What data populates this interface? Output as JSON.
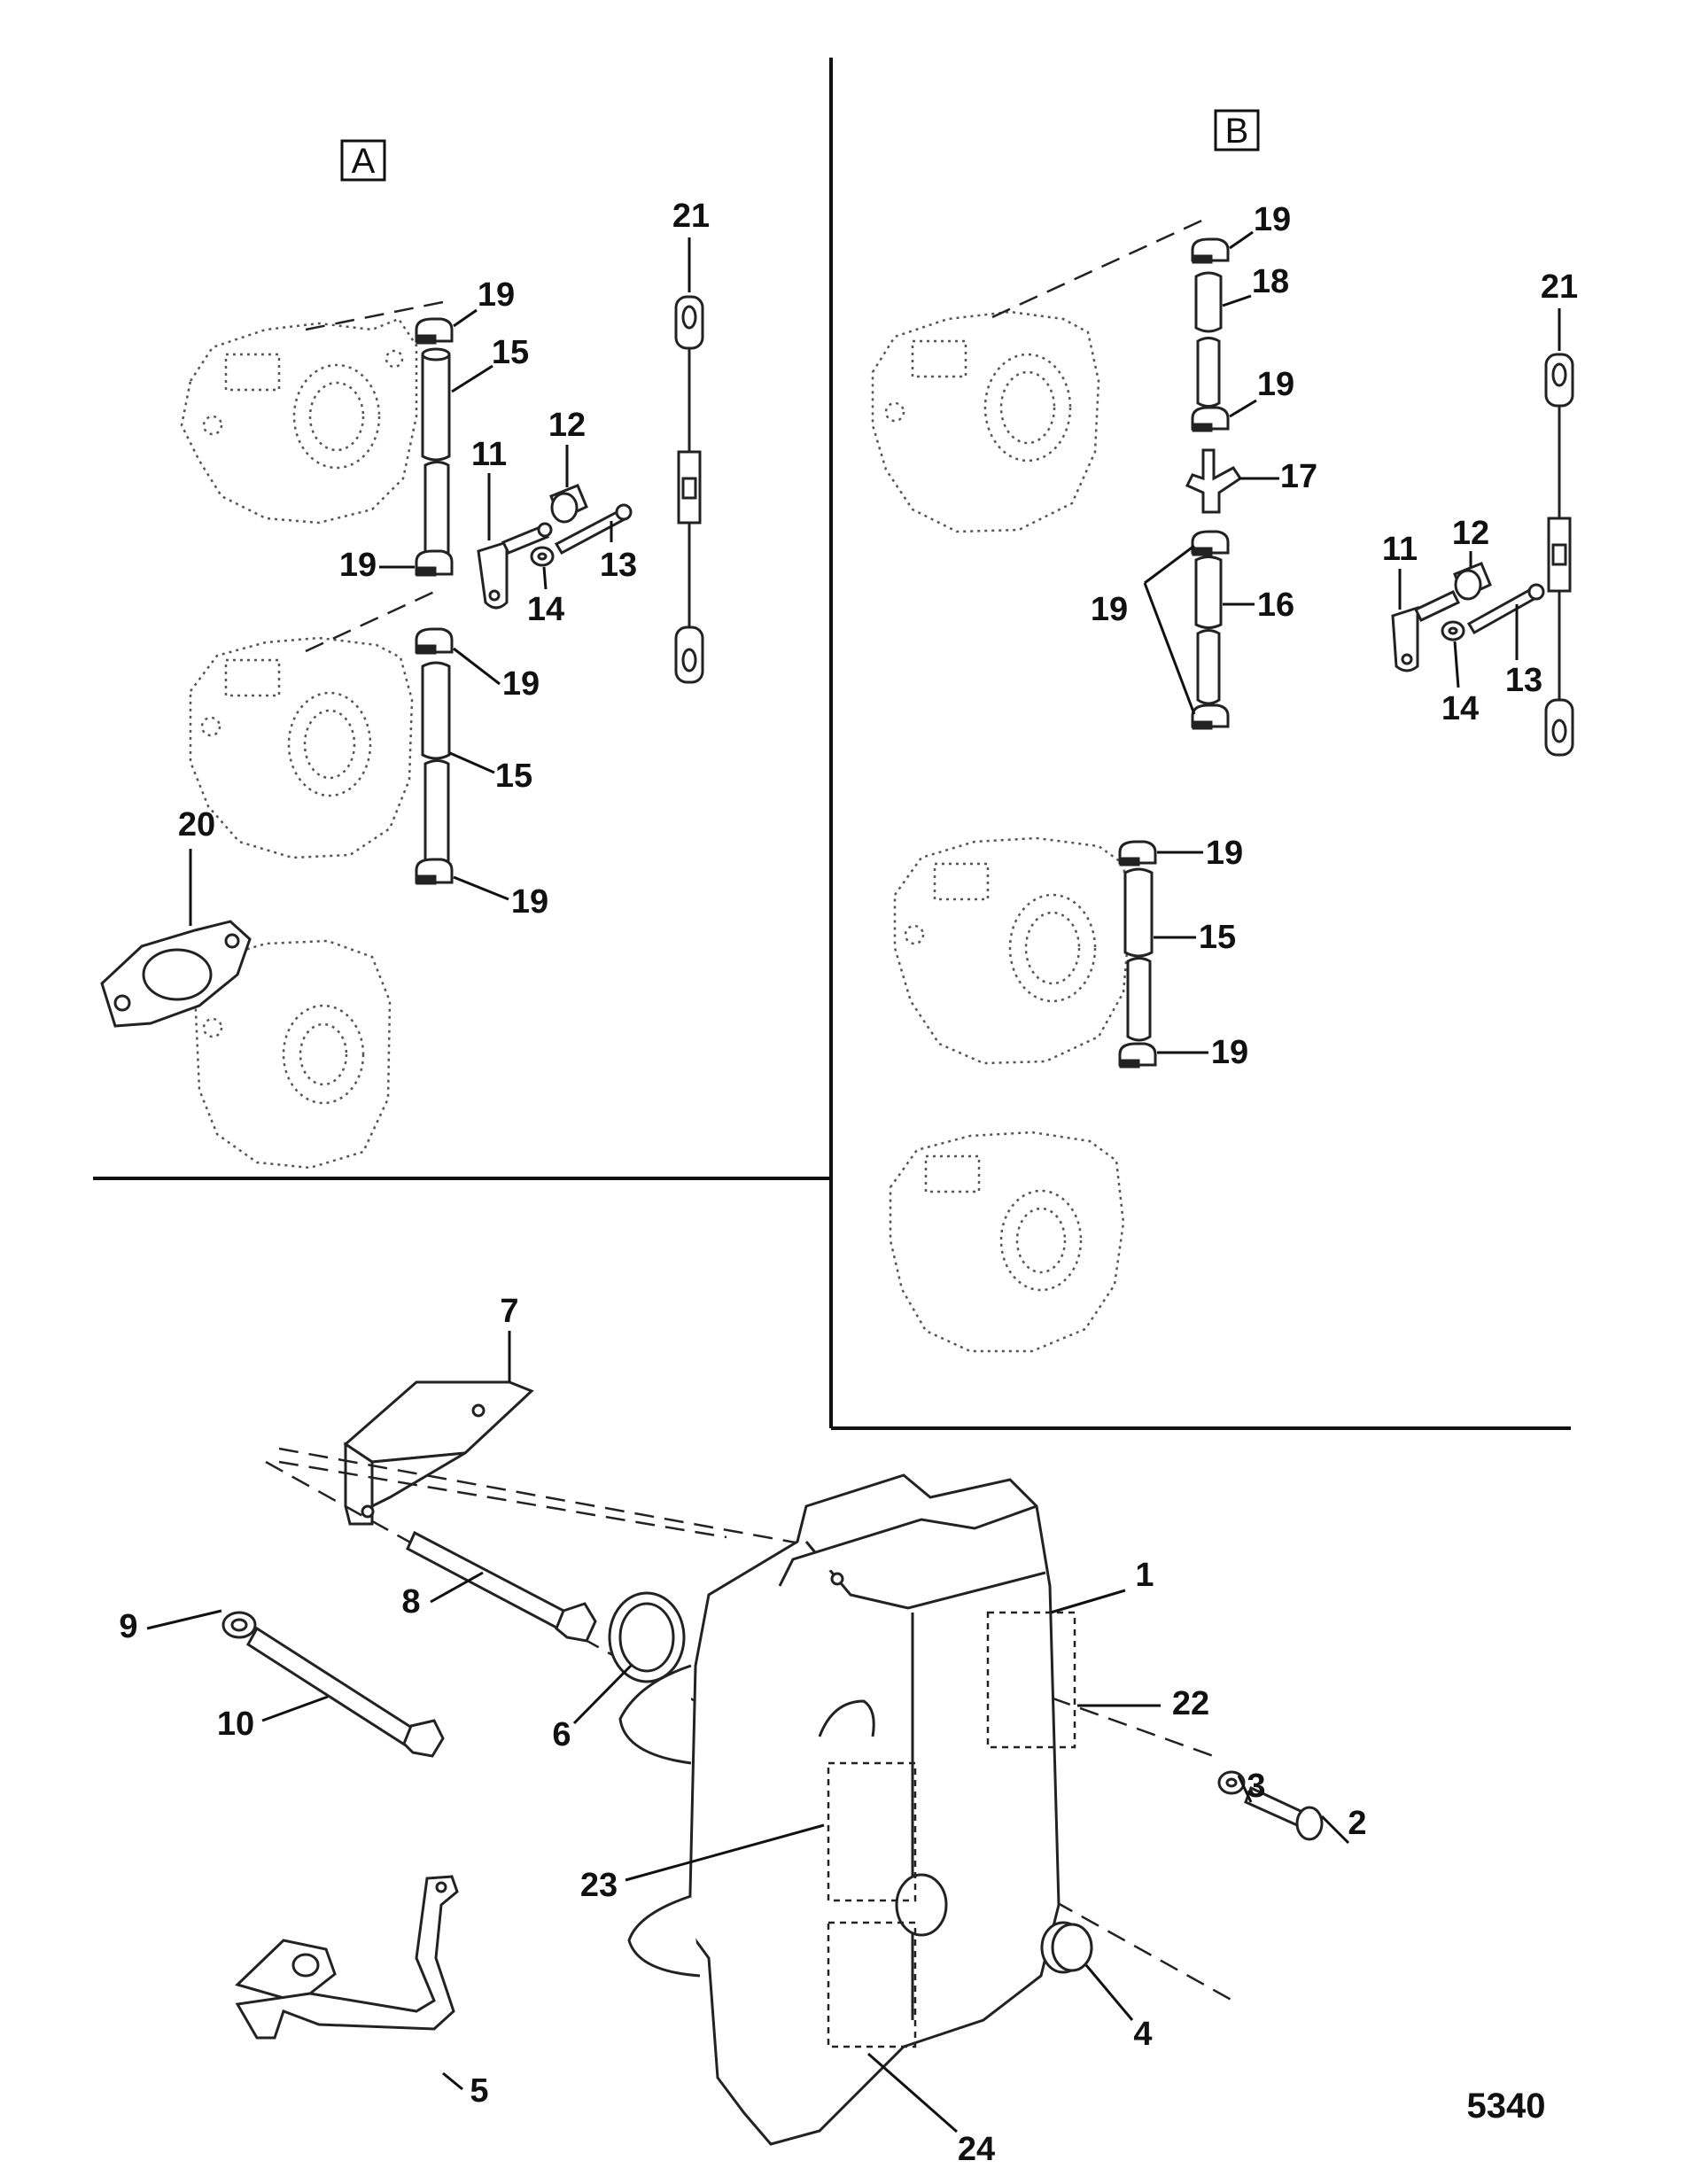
{
  "view_labels": {
    "a": "A",
    "b": "B"
  },
  "figure_number": "5340",
  "callouts": {
    "A": {
      "n21": "21",
      "n19_top": "19",
      "n15_top": "15",
      "n12": "12",
      "n11": "11",
      "n13": "13",
      "n14": "14",
      "n19_mid": "19",
      "n19_lower": "19",
      "n15_lower": "15",
      "n20": "20",
      "n19_bottom": "19"
    },
    "B": {
      "n19_top": "19",
      "n18": "18",
      "n21": "21",
      "n19_mid": "19",
      "n17": "17",
      "n12": "12",
      "n11": "11",
      "n19_pair": "19",
      "n16": "16",
      "n13": "13",
      "n14": "14",
      "n19_upper2": "19",
      "n15": "15",
      "n19_lower2": "19"
    },
    "main": {
      "n7": "7",
      "n1": "1",
      "n9": "9",
      "n8": "8",
      "n22": "22",
      "n10": "10",
      "n6": "6",
      "n3": "3",
      "n2": "2",
      "n23": "23",
      "n4": "4",
      "n5": "5",
      "n24": "24"
    }
  }
}
